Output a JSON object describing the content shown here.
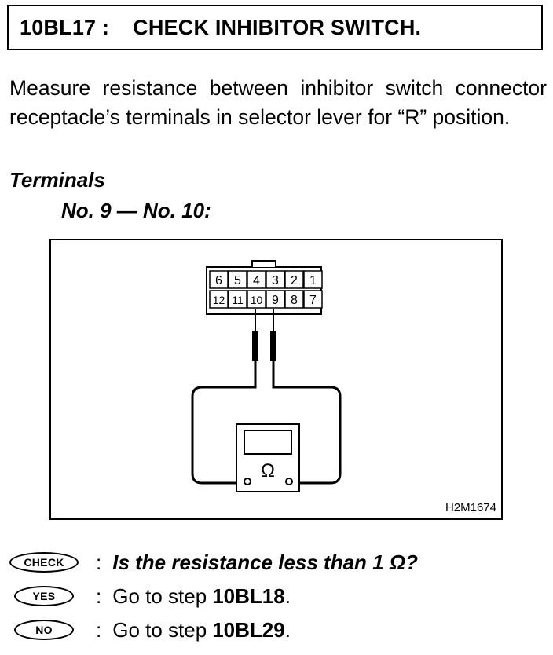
{
  "header": {
    "step_code": "10BL17 :",
    "title": "CHECK INHIBITOR SWITCH."
  },
  "instruction": "Measure resistance between inhibitor switch connector receptacle’s terminals in selector lever for “R” position.",
  "terminals": {
    "heading": "Terminals",
    "value": "No. 9 — No. 10:"
  },
  "figure": {
    "connector_top_row": [
      "6",
      "5",
      "4",
      "3",
      "2",
      "1"
    ],
    "connector_bottom_row": [
      "12",
      "11",
      "10",
      "9",
      "8",
      "7"
    ],
    "meter_symbol": "Ω",
    "id": "H2M1674"
  },
  "check": {
    "badge": "CHECK",
    "colon": ":",
    "question": "Is the resistance less than 1 Ω?"
  },
  "yes": {
    "badge": "YES",
    "colon": ":",
    "text": "Go to step",
    "step": "10BL18",
    "dot": "."
  },
  "no": {
    "badge": "NO",
    "colon": ":",
    "text": "Go to step",
    "step": "10BL29",
    "dot": "."
  }
}
